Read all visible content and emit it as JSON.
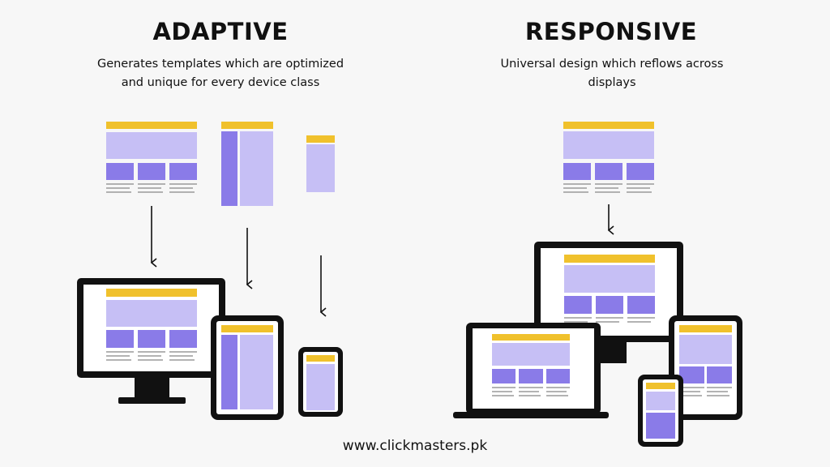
{
  "adaptive": {
    "title": "ADAPTIVE",
    "description_line1": "Generates templates which are optimized",
    "description_line2": "and unique for every device class"
  },
  "responsive": {
    "title": "RESPONSIVE",
    "description_line1": "Universal design which reflows across",
    "description_line2": "displays"
  },
  "footer": {
    "url": "www.clickmasters.pk"
  },
  "colors": {
    "header_bar": "#f0c12c",
    "hero": "#c6bff5",
    "block": "#8a7be8",
    "line": "#9a9a9a",
    "device": "#111111",
    "background": "#f7f7f7"
  }
}
